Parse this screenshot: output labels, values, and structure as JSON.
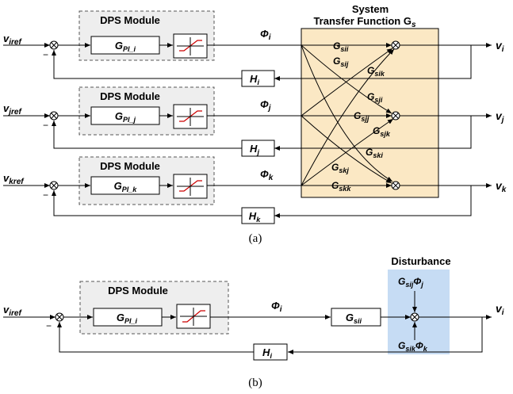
{
  "diagram_a": {
    "module_title": "DPS Module",
    "system_title_line1": "System",
    "system_title_line2": "Transfer Function G",
    "system_title_sub": "s",
    "caption": "(a)",
    "rows": [
      {
        "input": "v",
        "input_sub": "iref",
        "controller": "G",
        "controller_sub": "PI_i",
        "phi": "Φ",
        "phi_sub": "i",
        "feedback": "H",
        "feedback_sub": "i",
        "output": "v",
        "output_sub": "i",
        "minus": "−"
      },
      {
        "input": "v",
        "input_sub": "jref",
        "controller": "G",
        "controller_sub": "PI_j",
        "phi": "Φ",
        "phi_sub": "j",
        "feedback": "H",
        "feedback_sub": "j",
        "output": "v",
        "output_sub": "j",
        "minus": "−"
      },
      {
        "input": "v",
        "input_sub": "kref",
        "controller": "G",
        "controller_sub": "PI_k",
        "phi": "Φ",
        "phi_sub": "k",
        "feedback": "H",
        "feedback_sub": "k",
        "output": "v",
        "output_sub": "k",
        "minus": "−"
      }
    ],
    "gains": [
      {
        "main": "G",
        "sub": "sii"
      },
      {
        "main": "G",
        "sub": "sij"
      },
      {
        "main": "G",
        "sub": "sik"
      },
      {
        "main": "G",
        "sub": "sji"
      },
      {
        "main": "G",
        "sub": "sjj"
      },
      {
        "main": "G",
        "sub": "sjk"
      },
      {
        "main": "G",
        "sub": "ski"
      },
      {
        "main": "G",
        "sub": "skj"
      },
      {
        "main": "G",
        "sub": "skk"
      }
    ]
  },
  "diagram_b": {
    "input": "v",
    "input_sub": "iref",
    "minus": "−",
    "module_title": "DPS Module",
    "controller": "G",
    "controller_sub": "PI_i",
    "phi": "Φ",
    "phi_sub": "i",
    "plant": "G",
    "plant_sub": "sii",
    "feedback": "H",
    "feedback_sub": "i",
    "output": "v",
    "output_sub": "i",
    "disturbance_title": "Disturbance",
    "dist_top": "G",
    "dist_top_sub": "sij",
    "dist_top_phi": "Φ",
    "dist_top_phi_sub": "j",
    "dist_bottom": "G",
    "dist_bottom_sub": "sik",
    "dist_bottom_phi": "Φ",
    "dist_bottom_phi_sub": "k",
    "caption": "(b)"
  },
  "colors": {
    "system_box_fill": "#fbe8c4",
    "dps_box_fill": "#eeeeee",
    "disturbance_fill": "#c6dcf4",
    "saturation_curve": "#cc0000"
  }
}
